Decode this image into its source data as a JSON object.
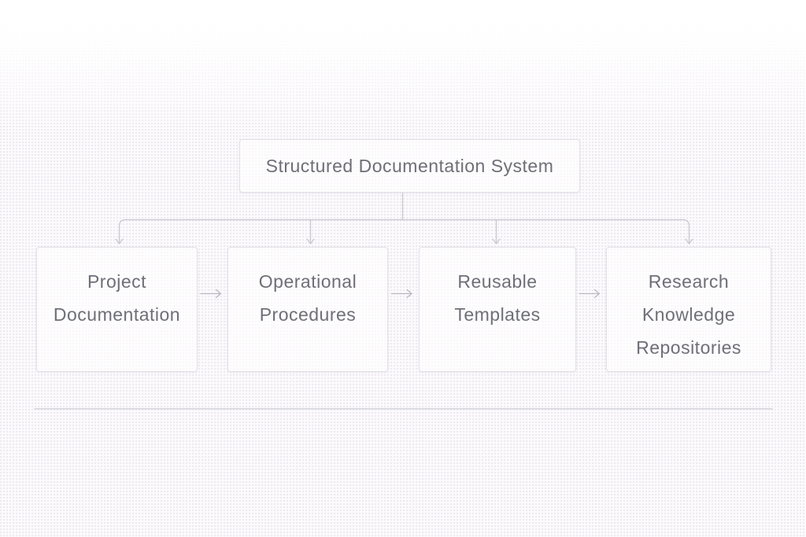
{
  "theme": {
    "bg": "#fcfbfd",
    "box-bg": "rgba(255,255,255,0.65)",
    "box-border": "#e2e1e8",
    "text": "#6e6f77",
    "line": "#c6c6d1",
    "arrow": "#b9b9c6",
    "divider": "#dcdce2"
  },
  "diagram": {
    "root": {
      "label": "Structured Documentation System"
    },
    "children": [
      {
        "label": "Project Documentation",
        "lines": [
          "Project",
          "Documentation"
        ]
      },
      {
        "label": "Operational Procedures",
        "lines": [
          "Operational",
          "Procedures"
        ]
      },
      {
        "label": "Reusable Templates",
        "lines": [
          "Reusable",
          "Templates"
        ]
      },
      {
        "label": "Research Knowledge Repositories",
        "lines": [
          "Research",
          "Knowledge",
          "Repositories"
        ]
      }
    ],
    "flow": {
      "root_to_children": [
        "Project Documentation",
        "Operational Procedures",
        "Reusable Templates",
        "Research Knowledge Repositories"
      ],
      "sequence": "Project Documentation -> Operational Procedures -> Reusable Templates -> Research Knowledge Repositories"
    }
  }
}
